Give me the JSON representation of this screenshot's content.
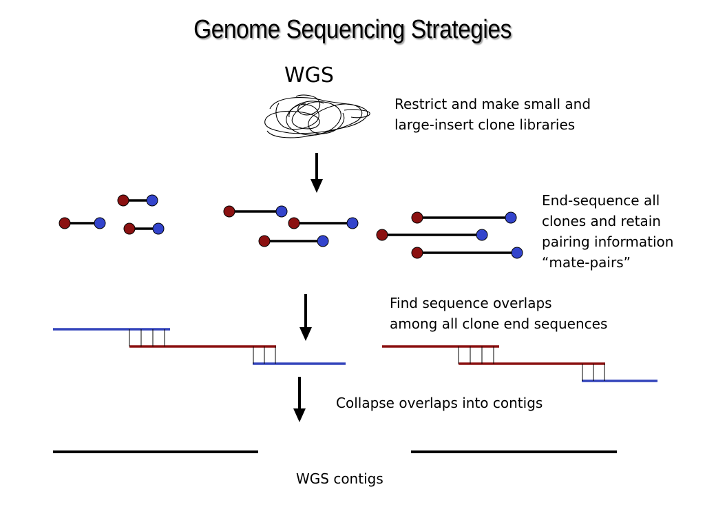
{
  "title": "Genome Sequencing Strategies",
  "wgs_label": "WGS",
  "steps": {
    "restrict": [
      "Restrict and make small and",
      "large-insert clone libraries"
    ],
    "end_sequence": [
      "End-sequence all",
      "clones and retain",
      "pairing information",
      "“mate-pairs”"
    ],
    "find_overlaps": [
      "Find sequence overlaps",
      "among all clone end sequences"
    ],
    "collapse": "Collapse overlaps into contigs"
  },
  "contigs_label": "WGS contigs",
  "colors": {
    "end_red": "#8b1111",
    "end_blue": "#3344cc",
    "read_blue": "#3344bb",
    "read_red": "#8b1111",
    "line": "#000000"
  },
  "icons": [
    "genomic-dna-tangle-icon",
    "down-arrow-icon"
  ]
}
